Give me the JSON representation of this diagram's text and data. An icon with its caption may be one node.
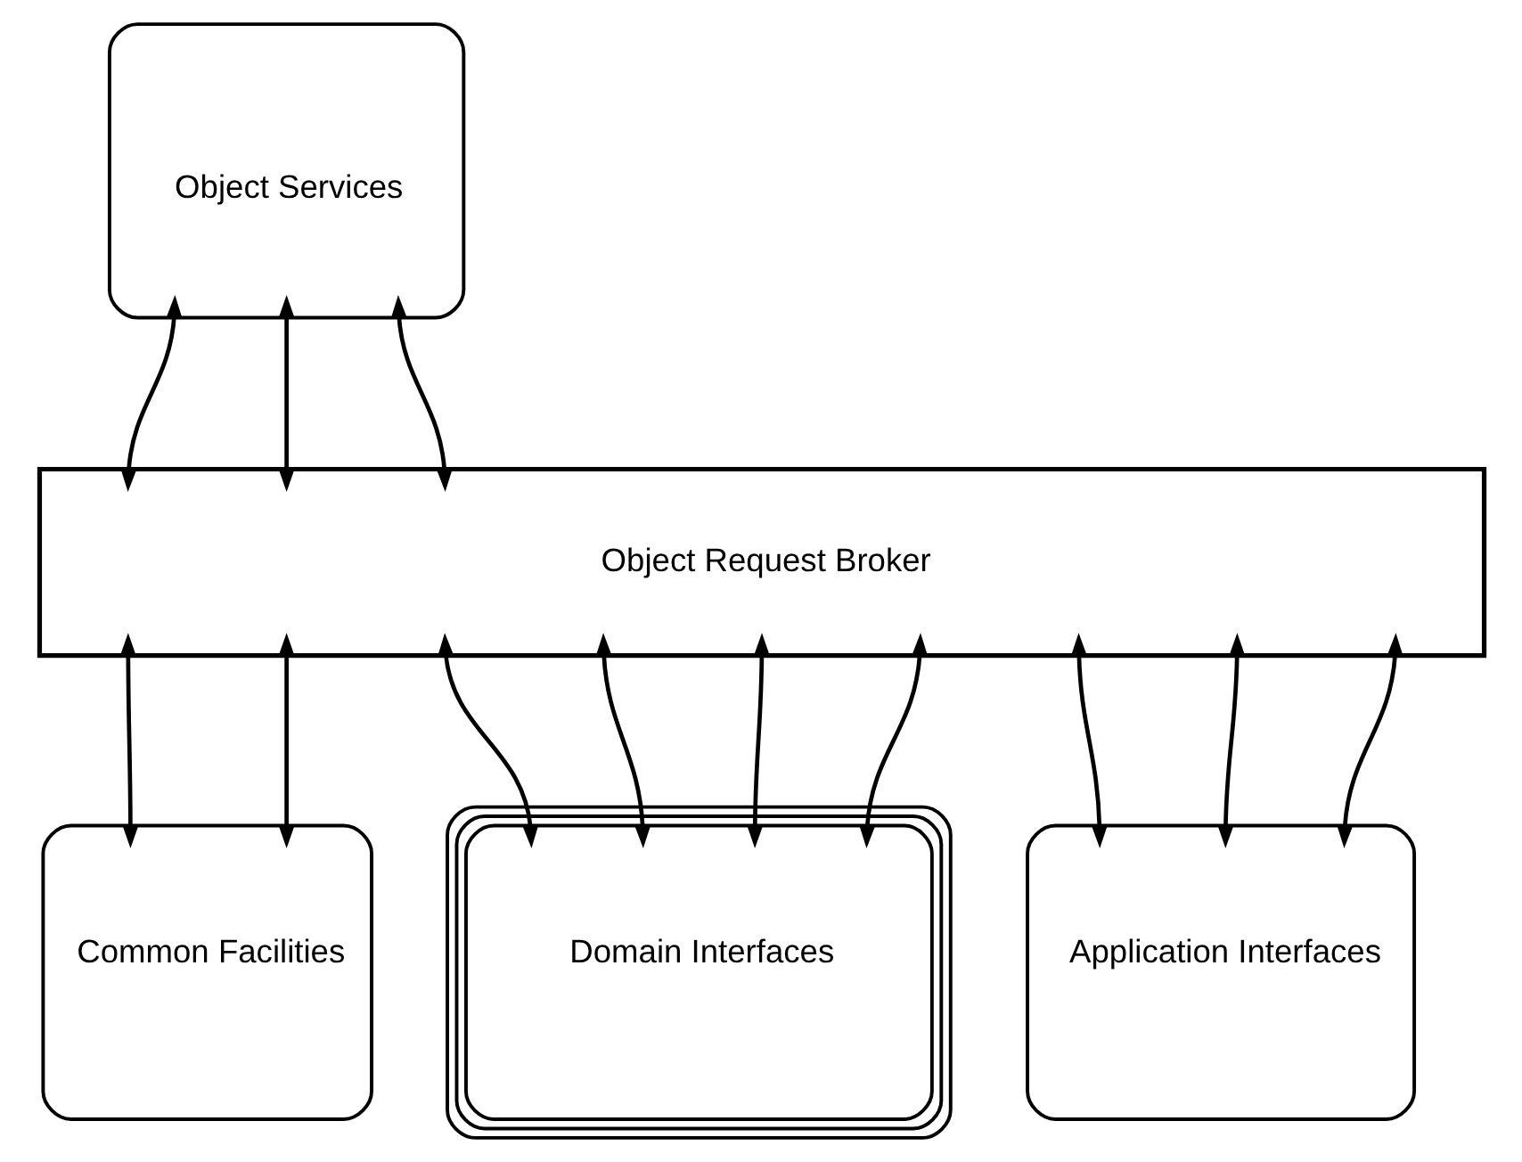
{
  "diagram": {
    "nodes": [
      {
        "text": [
          "Object Services"
        ]
      },
      {
        "text": [
          "Object Request Broker"
        ]
      },
      {
        "text": [
          "Common Facilities"
        ]
      },
      {
        "text": [
          "Domain Interfaces"
        ]
      },
      {
        "text": [
          "Application Interfaces"
        ]
      }
    ],
    "edges": [
      {
        "from": 0,
        "to": 1,
        "arrow": "both"
      },
      {
        "from": 0,
        "to": 1,
        "arrow": "both"
      },
      {
        "from": 0,
        "to": 1,
        "arrow": "both"
      },
      {
        "from": 2,
        "to": 1,
        "arrow": "both"
      },
      {
        "from": 2,
        "to": 1,
        "arrow": "both"
      },
      {
        "from": 3,
        "to": 1,
        "arrow": "both"
      },
      {
        "from": 3,
        "to": 1,
        "arrow": "both"
      },
      {
        "from": 3,
        "to": 1,
        "arrow": "both"
      },
      {
        "from": 3,
        "to": 1,
        "arrow": "both"
      },
      {
        "from": 4,
        "to": 1,
        "arrow": "both"
      },
      {
        "from": 4,
        "to": 1,
        "arrow": "both"
      },
      {
        "from": 4,
        "to": 1,
        "arrow": "both"
      }
    ]
  }
}
